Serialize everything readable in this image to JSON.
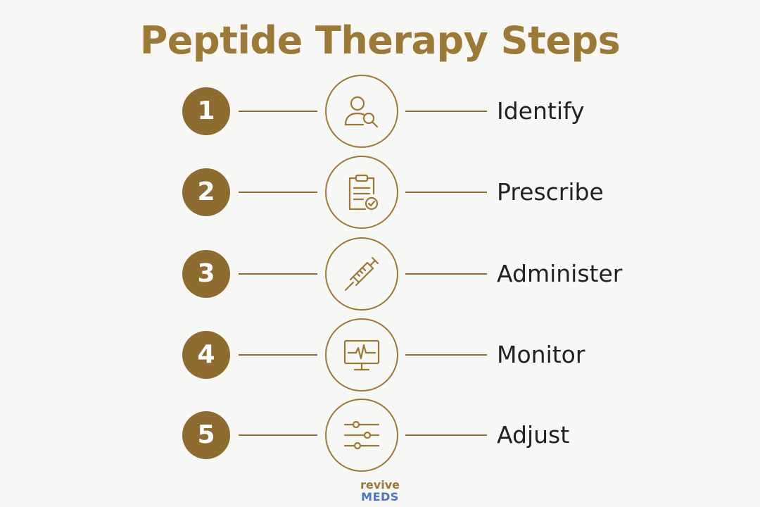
{
  "title": "Peptide Therapy Steps",
  "colors": {
    "accent": "#9c7a35",
    "badge": "#8e6c2f",
    "text": "#222222",
    "background": "#f7f7f5",
    "brand_blue": "#4a76c5"
  },
  "steps": [
    {
      "number": "1",
      "label": "Identify",
      "icon": "user-search-icon"
    },
    {
      "number": "2",
      "label": "Prescribe",
      "icon": "clipboard-check-icon"
    },
    {
      "number": "3",
      "label": "Administer",
      "icon": "syringe-icon"
    },
    {
      "number": "4",
      "label": "Monitor",
      "icon": "heart-monitor-icon"
    },
    {
      "number": "5",
      "label": "Adjust",
      "icon": "sliders-icon"
    }
  ],
  "brand": {
    "line1": "revive",
    "line2": "MEDS"
  }
}
